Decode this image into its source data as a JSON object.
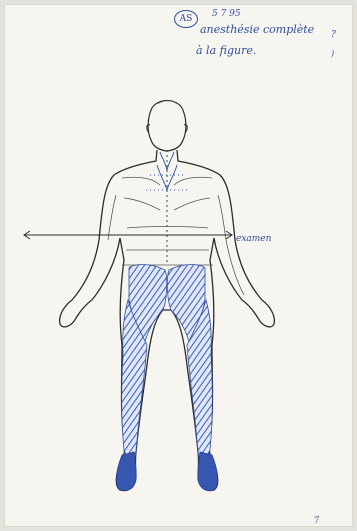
{
  "sheet": {
    "code": "AS",
    "date": "5 7 95",
    "note": {
      "line1": "anesthésie complète",
      "line1_tail": "?",
      "line2": "à la figure.",
      "line2_tail": ")"
    },
    "axis_annotation": "examen",
    "footer_mark": "7"
  },
  "colors": {
    "ink_blue": "#2f4f9a",
    "hatch_blue": "#3a5cb8",
    "outline": "#2c2c2c",
    "paper": "#f6f5f0"
  }
}
